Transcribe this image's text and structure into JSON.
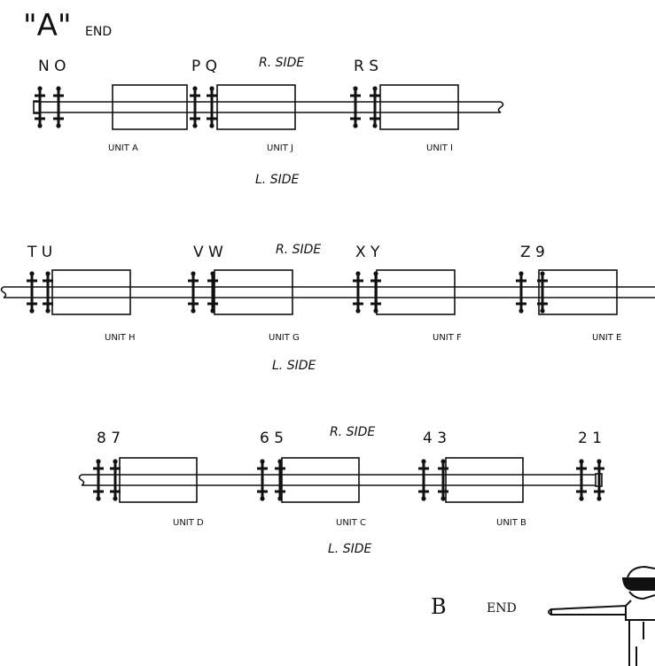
{
  "a_end": {
    "mark": "\"A\"",
    "word": "END"
  },
  "b_end": {
    "letter": "B",
    "word": "END"
  },
  "rows": [
    {
      "pins": [
        "N O",
        "P Q",
        "R S"
      ],
      "r_side": "R. SIDE",
      "l_side": "L. SIDE",
      "units": [
        "UNIT A",
        "UNIT J",
        "UNIT I"
      ]
    },
    {
      "pins": [
        "T U",
        "V W",
        "X Y",
        "Z 9"
      ],
      "r_side": "R. SIDE",
      "l_side": "L. SIDE",
      "units": [
        "UNIT H",
        "UNIT G",
        "UNIT F",
        "UNIT E"
      ]
    },
    {
      "pins": [
        "8 7",
        "6 5",
        "4 3",
        "2 1"
      ],
      "r_side": "R. SIDE",
      "l_side": "L. SIDE",
      "units": [
        "UNIT D",
        "UNIT C",
        "UNIT B"
      ]
    }
  ],
  "colors": {
    "ink": "#111111",
    "paper": "#ffffff"
  },
  "icons": [
    "signal-person-icon"
  ]
}
